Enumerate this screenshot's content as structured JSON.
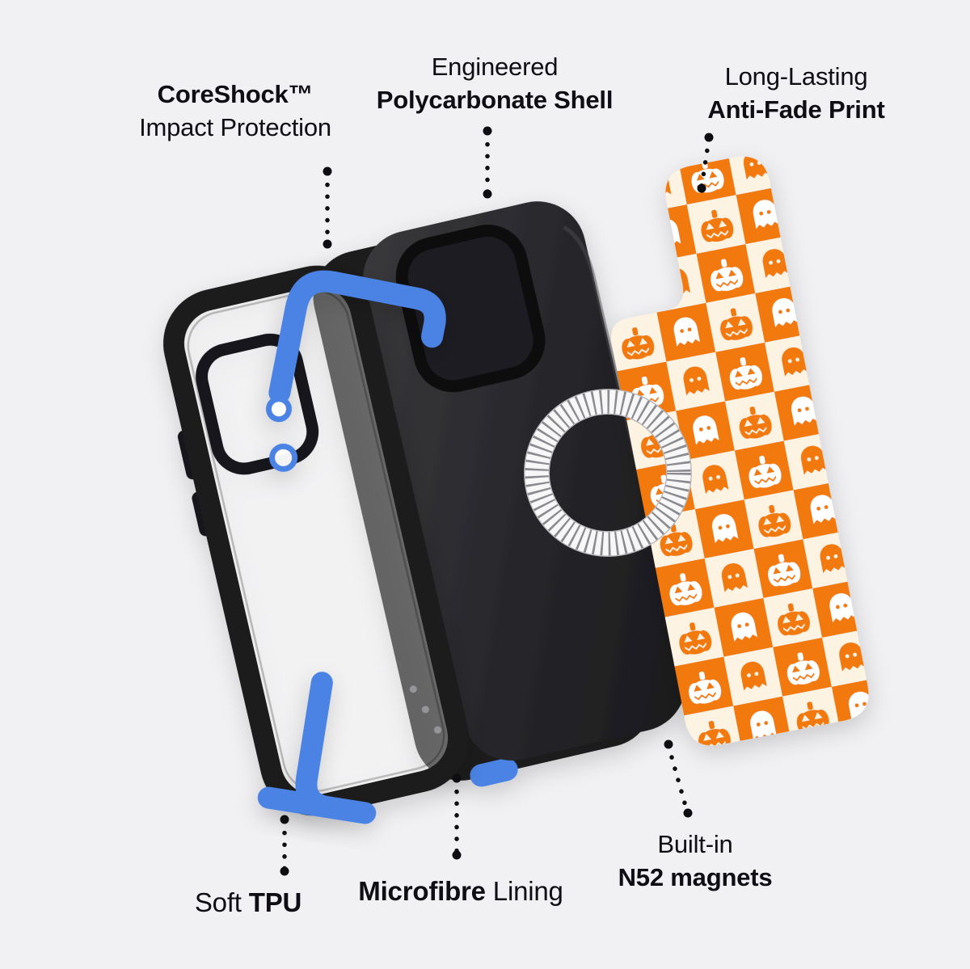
{
  "figure_title": "Phone case exploded-view feature diagram",
  "colors": {
    "background": "#f1f1f3",
    "text": "#0e0e14",
    "accent_blue": "#4c83e4",
    "shell_black": "#232326",
    "pattern_orange": "#f2790d",
    "pattern_cream": "#fdf3e3",
    "motif_white": "#ffffff"
  },
  "callouts": {
    "coreshock": {
      "bold": "CoreShock™",
      "regular": "Impact Protection"
    },
    "shell": {
      "regular": "Engineered",
      "bold": "Polycarbonate Shell"
    },
    "print": {
      "regular": "Long-Lasting",
      "bold": "Anti-Fade Print"
    },
    "tpu": {
      "regular": "Soft",
      "bold": "TPU"
    },
    "microfibre": {
      "bold": "Microfibre",
      "regular": "Lining"
    },
    "magnets": {
      "regular": "Built-in",
      "bold": "N52 magnets"
    }
  },
  "parts": {
    "left": "bumper-case-clear-back",
    "middle": "polycarbonate-shell-with-microfibre-lining",
    "right": "halloween-checker-printed-insert",
    "ring": "magsafe-magnet-ring"
  }
}
